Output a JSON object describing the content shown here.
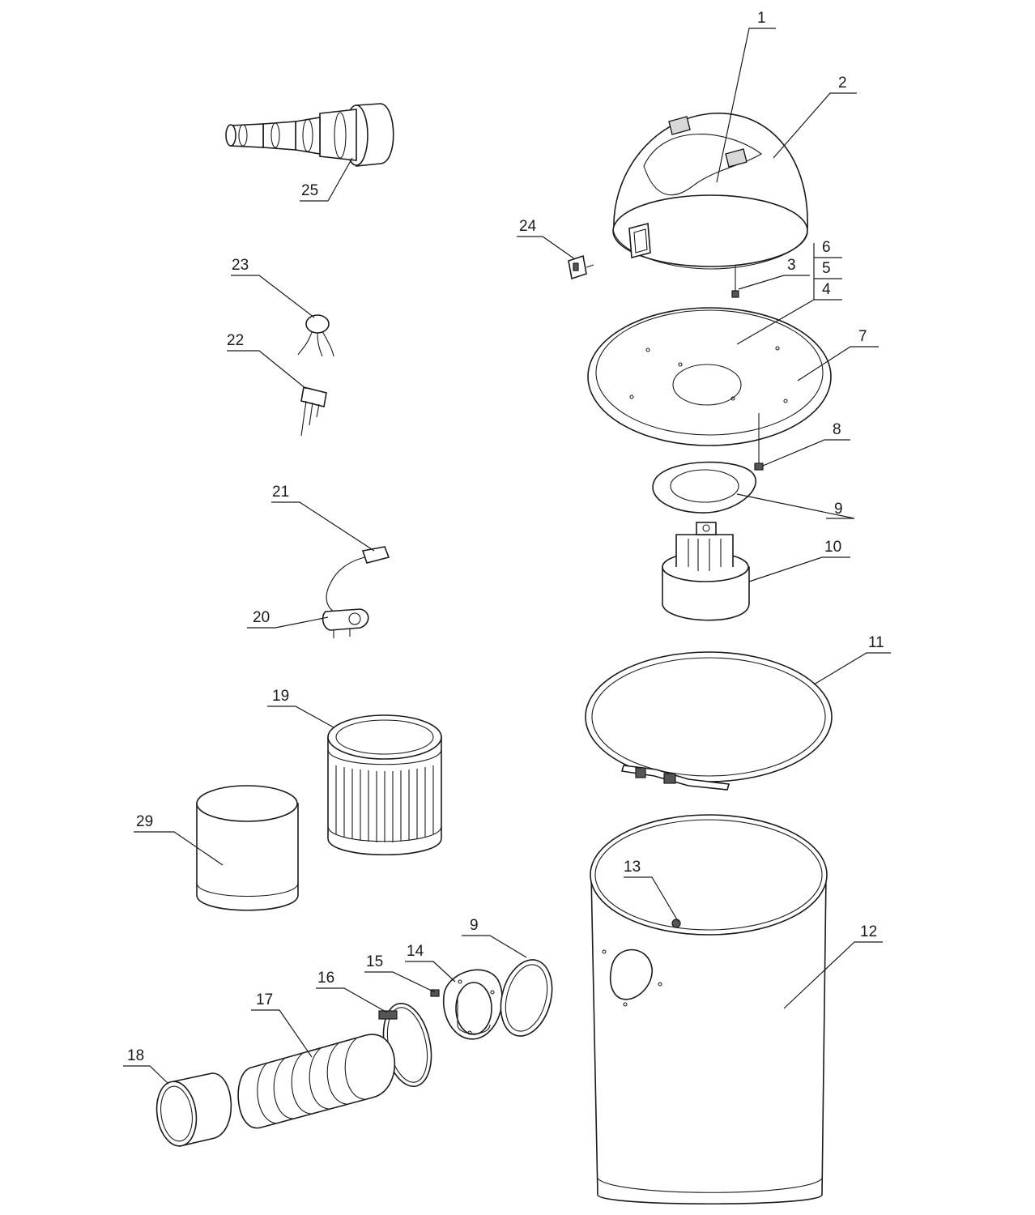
{
  "callouts": [
    {
      "id": "c1",
      "label": "1"
    },
    {
      "id": "c2",
      "label": "2"
    },
    {
      "id": "c3",
      "label": "3"
    },
    {
      "id": "c4",
      "label": "4"
    },
    {
      "id": "c5",
      "label": "5"
    },
    {
      "id": "c6",
      "label": "6"
    },
    {
      "id": "c7",
      "label": "7"
    },
    {
      "id": "c8",
      "label": "8"
    },
    {
      "id": "c9a",
      "label": "9"
    },
    {
      "id": "c10",
      "label": "10"
    },
    {
      "id": "c11",
      "label": "11"
    },
    {
      "id": "c12",
      "label": "12"
    },
    {
      "id": "c13",
      "label": "13"
    },
    {
      "id": "c14",
      "label": "14"
    },
    {
      "id": "c15",
      "label": "15"
    },
    {
      "id": "c16",
      "label": "16"
    },
    {
      "id": "c17",
      "label": "17"
    },
    {
      "id": "c18",
      "label": "18"
    },
    {
      "id": "c9b",
      "label": "9"
    },
    {
      "id": "c19",
      "label": "19"
    },
    {
      "id": "c20",
      "label": "20"
    },
    {
      "id": "c21",
      "label": "21"
    },
    {
      "id": "c22",
      "label": "22"
    },
    {
      "id": "c23",
      "label": "23"
    },
    {
      "id": "c24",
      "label": "24"
    },
    {
      "id": "c25",
      "label": "25"
    },
    {
      "id": "c29",
      "label": "29"
    }
  ]
}
